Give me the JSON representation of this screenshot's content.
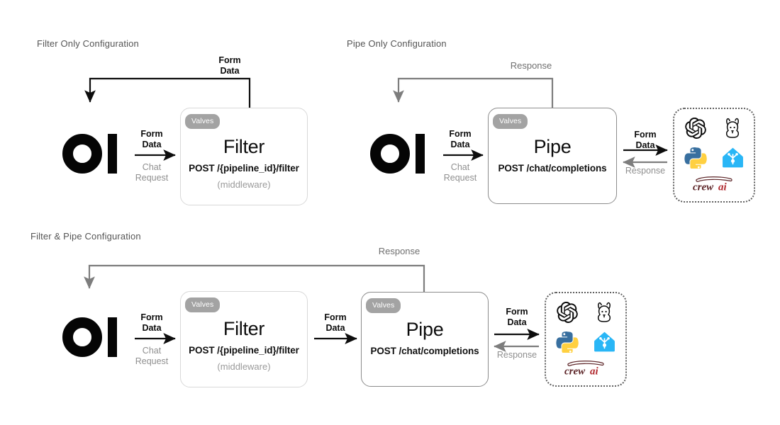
{
  "page": {
    "background": "#ffffff",
    "accent_blue": "#29b6f6",
    "valve_gray": "#a3a3a3",
    "muted_text": "#9a9a9a"
  },
  "sections": [
    {
      "id": "filter-only",
      "title": "Filter Only Configuration"
    },
    {
      "id": "pipe-only",
      "title": "Pipe Only Configuration"
    },
    {
      "id": "filter-pipe",
      "title": "Filter & Pipe Configuration"
    }
  ],
  "logo": {
    "name": "open-webui-logo",
    "alt": "OI"
  },
  "cards": {
    "filter_a": {
      "badge": "Valves",
      "title": "Filter",
      "endpoint": "POST /{pipeline_id}/filter",
      "note": "(middleware)"
    },
    "pipe_a": {
      "badge": "Valves",
      "title": "Pipe",
      "endpoint": "POST /chat/completions",
      "note": ""
    },
    "filter_b": {
      "badge": "Valves",
      "title": "Filter",
      "endpoint": "POST /{pipeline_id}/filter",
      "note": "(middleware)"
    },
    "pipe_b": {
      "badge": "Valves",
      "title": "Pipe",
      "endpoint": "POST /chat/completions",
      "note": ""
    }
  },
  "labels": {
    "form_data": "Form\nData",
    "chat_request": "Chat\nRequest",
    "response": "Response"
  },
  "section1": {
    "feedback_label": "Form\nData",
    "out_top": "Form\nData",
    "out_bottom": "Chat\nRequest"
  },
  "section2": {
    "feedback_label": "Response",
    "out_top": "Form\nData",
    "out_bottom": "Chat\nRequest",
    "prov_top": "Form\nData",
    "prov_bottom": "Response"
  },
  "section3": {
    "feedback_label": "Response",
    "oi_to_filter_top": "Form\nData",
    "oi_to_filter_bottom": "Chat\nRequest",
    "filter_to_pipe": "Form\nData",
    "prov_top": "Form\nData",
    "prov_bottom": "Response"
  },
  "providers": [
    {
      "name": "openai-icon",
      "label": "OpenAI"
    },
    {
      "name": "ollama-icon",
      "label": "Ollama"
    },
    {
      "name": "python-icon",
      "label": "Python"
    },
    {
      "name": "home-assistant-icon",
      "label": "Home Assistant"
    },
    {
      "name": "crewai-icon",
      "label": "CrewAI"
    }
  ]
}
